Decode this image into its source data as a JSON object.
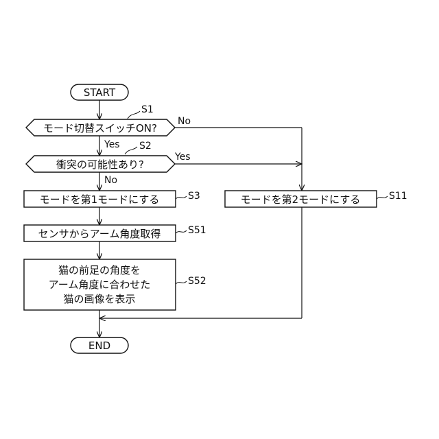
{
  "start_label": "START",
  "end_label": "END",
  "decision_s1": {
    "text": "モード切替スイッチON?",
    "step": "S1",
    "no": "No",
    "yes": "Yes"
  },
  "decision_s2": {
    "text": "衝突の可能性あり?",
    "step": "S2",
    "yes": "Yes",
    "no": "No"
  },
  "process_s3": {
    "text": "モードを第1モードにする",
    "step": "S3"
  },
  "process_s11": {
    "text": "モードを第2モードにする",
    "step": "S11"
  },
  "process_s51": {
    "text": "センサからアーム角度取得",
    "step": "S51"
  },
  "process_s52": {
    "lines": [
      "猫の前足の角度を",
      "アーム角度に合わせた",
      "猫の画像を表示"
    ],
    "step": "S52"
  }
}
